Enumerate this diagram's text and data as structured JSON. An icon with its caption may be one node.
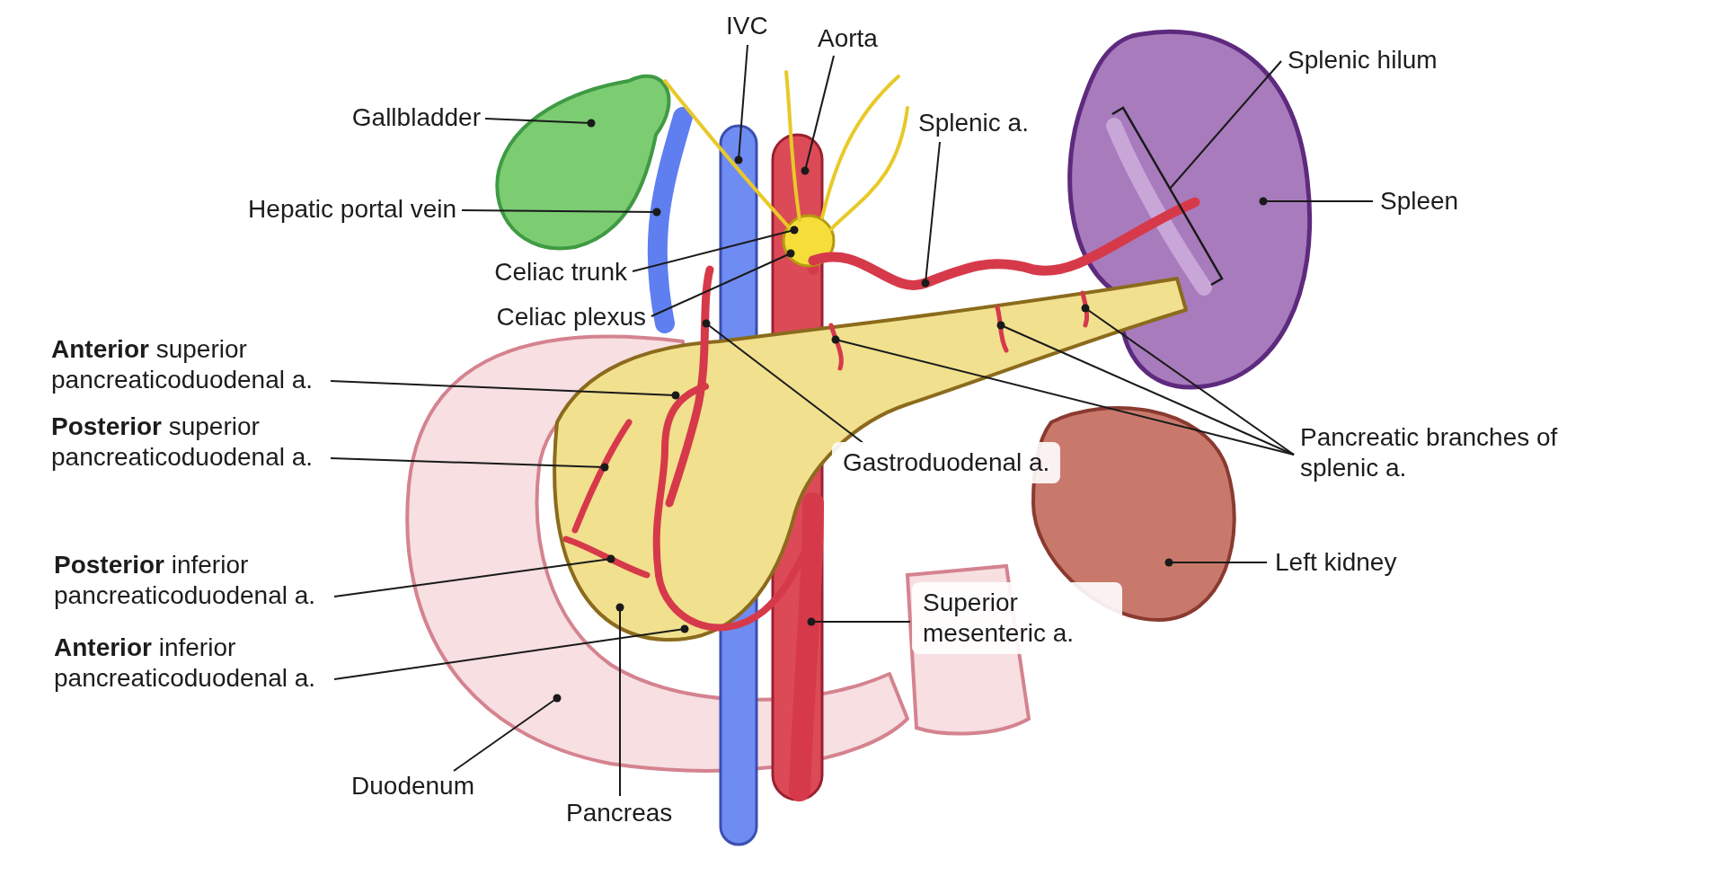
{
  "diagram": {
    "nodes": [
      {
        "text": [
          "IVC"
        ]
      },
      {
        "text": [
          "Aorta"
        ]
      },
      {
        "text": [
          "Gallbladder"
        ]
      },
      {
        "text": [
          "Hepatic portal vein"
        ]
      },
      {
        "text": [
          "Splenic a."
        ]
      },
      {
        "text": [
          "Splenic hilum"
        ]
      },
      {
        "text": [
          "Spleen"
        ]
      },
      {
        "text": [
          "Celiac trunk"
        ]
      },
      {
        "text": [
          "Celiac plexus"
        ]
      },
      {
        "text": [
          "**Anterior** superior pancreaticoduodenal a."
        ]
      },
      {
        "text": [
          "**Posterior** superior pancreaticoduodenal a."
        ]
      },
      {
        "text": [
          "Gastroduodenal a."
        ]
      },
      {
        "text": [
          "Pancreatic branches of splenic a."
        ]
      },
      {
        "text": [
          "**Posterior** inferior pancreaticoduodenal a."
        ]
      },
      {
        "text": [
          "**Anterior** inferior pancreaticoduodenal a."
        ]
      },
      {
        "text": [
          "Left kidney"
        ]
      },
      {
        "text": [
          "Superior mesenteric a."
        ]
      },
      {
        "text": [
          "Duodenum"
        ]
      },
      {
        "text": [
          "Pancreas"
        ]
      },
      {
        "text": [],
        "shape": "bar"
      },
      {
        "text": [],
        "shape": "bar"
      },
      {
        "text": [],
        "shape": "picture"
      },
      {
        "text": [],
        "shape": "picture"
      },
      {
        "text": [],
        "shape": "picture"
      },
      {
        "text": [],
        "shape": "picture",
        "in": 25
      },
      {
        "text": [],
        "shape": "picture"
      },
      {
        "text": [],
        "shape": "picture",
        "in": 20
      },
      {
        "text": [],
        "shape": "picture"
      },
      {
        "text": [],
        "shape": "picture",
        "in": 39
      },
      {
        "text": [],
        "shape": "picture",
        "in": 39
      },
      {
        "text": [],
        "shape": "picture",
        "in": 39
      },
      {
        "text": [],
        "shape": "picture",
        "in": 39
      },
      {
        "text": [],
        "shape": "picture",
        "in": 39
      },
      {
        "text": [],
        "shape": "picture",
        "in": 39
      },
      {
        "text": [],
        "shape": "picture",
        "in": 39
      },
      {
        "text": [],
        "shape": "picture",
        "in": 39
      },
      {
        "text": [],
        "shape": "picture"
      },
      {
        "text": [],
        "shape": "picture",
        "in": 20
      },
      {
        "text": [],
        "shape": "picture"
      },
      {
        "text": [],
        "shape": "picture"
      }
    ],
    "edges": [
      {
        "from": 0,
        "to": 19,
        "arrow": "other"
      },
      {
        "from": 1,
        "to": 20,
        "arrow": "other"
      },
      {
        "from": 2,
        "to": 21,
        "arrow": "other"
      },
      {
        "from": 3,
        "to": 22,
        "arrow": "other"
      },
      {
        "from": 4,
        "to": 23,
        "arrow": "other"
      },
      {
        "from": 5,
        "to": 24,
        "arrow": "none"
      },
      {
        "from": 6,
        "to": 25,
        "arrow": "other"
      },
      {
        "from": 7,
        "to": 26,
        "arrow": "other"
      },
      {
        "from": 8,
        "to": 27,
        "arrow": "other"
      },
      {
        "from": 9,
        "to": 28,
        "arrow": "other"
      },
      {
        "from": 10,
        "to": 29,
        "arrow": "other"
      },
      {
        "from": 11,
        "to": 30,
        "arrow": "other"
      },
      {
        "from": 12,
        "to": 31,
        "arrow": "other"
      },
      {
        "from": 12,
        "to": 32,
        "arrow": "other"
      },
      {
        "from": 12,
        "to": 33,
        "arrow": "other"
      },
      {
        "from": 13,
        "to": 34,
        "arrow": "other"
      },
      {
        "from": 14,
        "to": 35,
        "arrow": "other"
      },
      {
        "from": 15,
        "to": 36,
        "arrow": "other"
      },
      {
        "from": 16,
        "to": 37,
        "arrow": "other"
      },
      {
        "from": 17,
        "to": 38,
        "arrow": "other"
      },
      {
        "from": 18,
        "to": 39,
        "arrow": "other"
      }
    ]
  }
}
